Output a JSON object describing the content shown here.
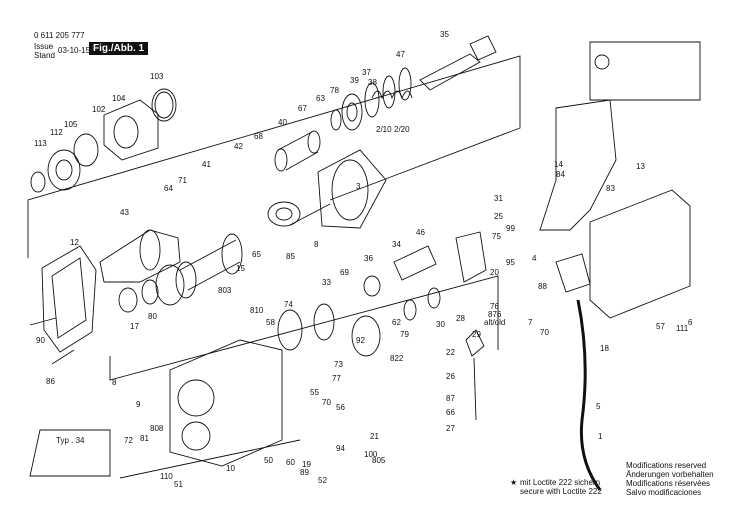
{
  "header": {
    "doc_number": "0 611 205 777",
    "issue_label": "Issue",
    "stand_label": "Stand",
    "issue_date": "03-10-15",
    "figure_label": "Fig./Abb. 1"
  },
  "typ_label": "Typ . 34",
  "part_numbers": [
    "35",
    "47",
    "103",
    "104",
    "102",
    "37",
    "38",
    "39",
    "78",
    "63",
    "67",
    "40",
    "112",
    "105",
    "113",
    "2/10",
    "2/20",
    "68",
    "42",
    "41",
    "71",
    "64",
    "43",
    "3",
    "12",
    "65",
    "15",
    "803",
    "17",
    "80",
    "90",
    "86",
    "810",
    "58",
    "74",
    "33",
    "69",
    "36",
    "34",
    "46",
    "31",
    "25",
    "99",
    "75",
    "95",
    "20",
    "30",
    "29",
    "76",
    "876",
    "alt/old",
    "28",
    "62",
    "79",
    "822",
    "92",
    "73",
    "77",
    "55",
    "70",
    "56",
    "9",
    "72",
    "81",
    "808",
    "110",
    "51",
    "50",
    "60",
    "89",
    "94",
    "52",
    "100",
    "805",
    "21",
    "22",
    "26",
    "27",
    "66",
    "87",
    "14",
    "84",
    "13",
    "83",
    "4",
    "88",
    "7",
    "70",
    "57",
    "111",
    "6",
    "5",
    "1",
    "18",
    "85",
    "8",
    "8",
    "10",
    "19"
  ],
  "footer": {
    "loctite_de": "mit Loctite 222 sichern",
    "loctite_en": "secure with Loctite 222",
    "mods": [
      "Modifications reserved",
      "Änderungen vorbehalten",
      "Modifications réservées",
      "Salvo modificaciones"
    ]
  }
}
